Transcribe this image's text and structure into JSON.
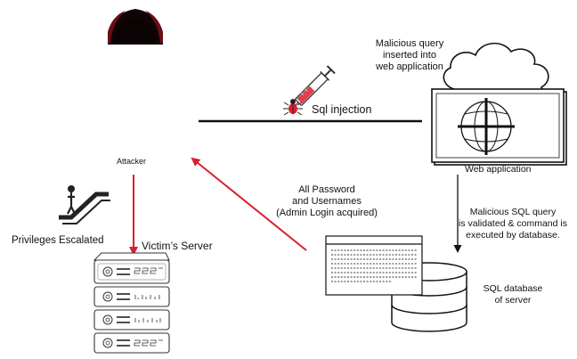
{
  "labels": {
    "attacker": "Attacker",
    "sql_injection": "Sql injection",
    "malicious_query": [
      "Malicious query",
      "inserted into",
      "web application"
    ],
    "web_application": "Web application",
    "credentials": [
      "All Password",
      "and Usernames",
      "(Admin Login acquired)"
    ],
    "validated": [
      "Malicious SQL query",
      "is validated & command is",
      "executed by database."
    ],
    "privileges": "Privileges Escalated",
    "victim_server": "Victim’s Server",
    "sql_database": [
      "SQL database",
      "of server"
    ]
  },
  "icons": {
    "attacker": "hooded-attacker-icon",
    "syringe": "syringe-icon",
    "bug": "bug-icon",
    "cloud": "cloud-icon",
    "globe": "globe-icon",
    "escalator": "escalator-icon",
    "server_rack": "server-rack-icon",
    "database": "database-cylinder-icon",
    "data_sheet": "data-sheet-icon"
  },
  "colors": {
    "arrow_red": "#d8202f",
    "line_black": "#111111",
    "icon_gray": "#333333"
  }
}
